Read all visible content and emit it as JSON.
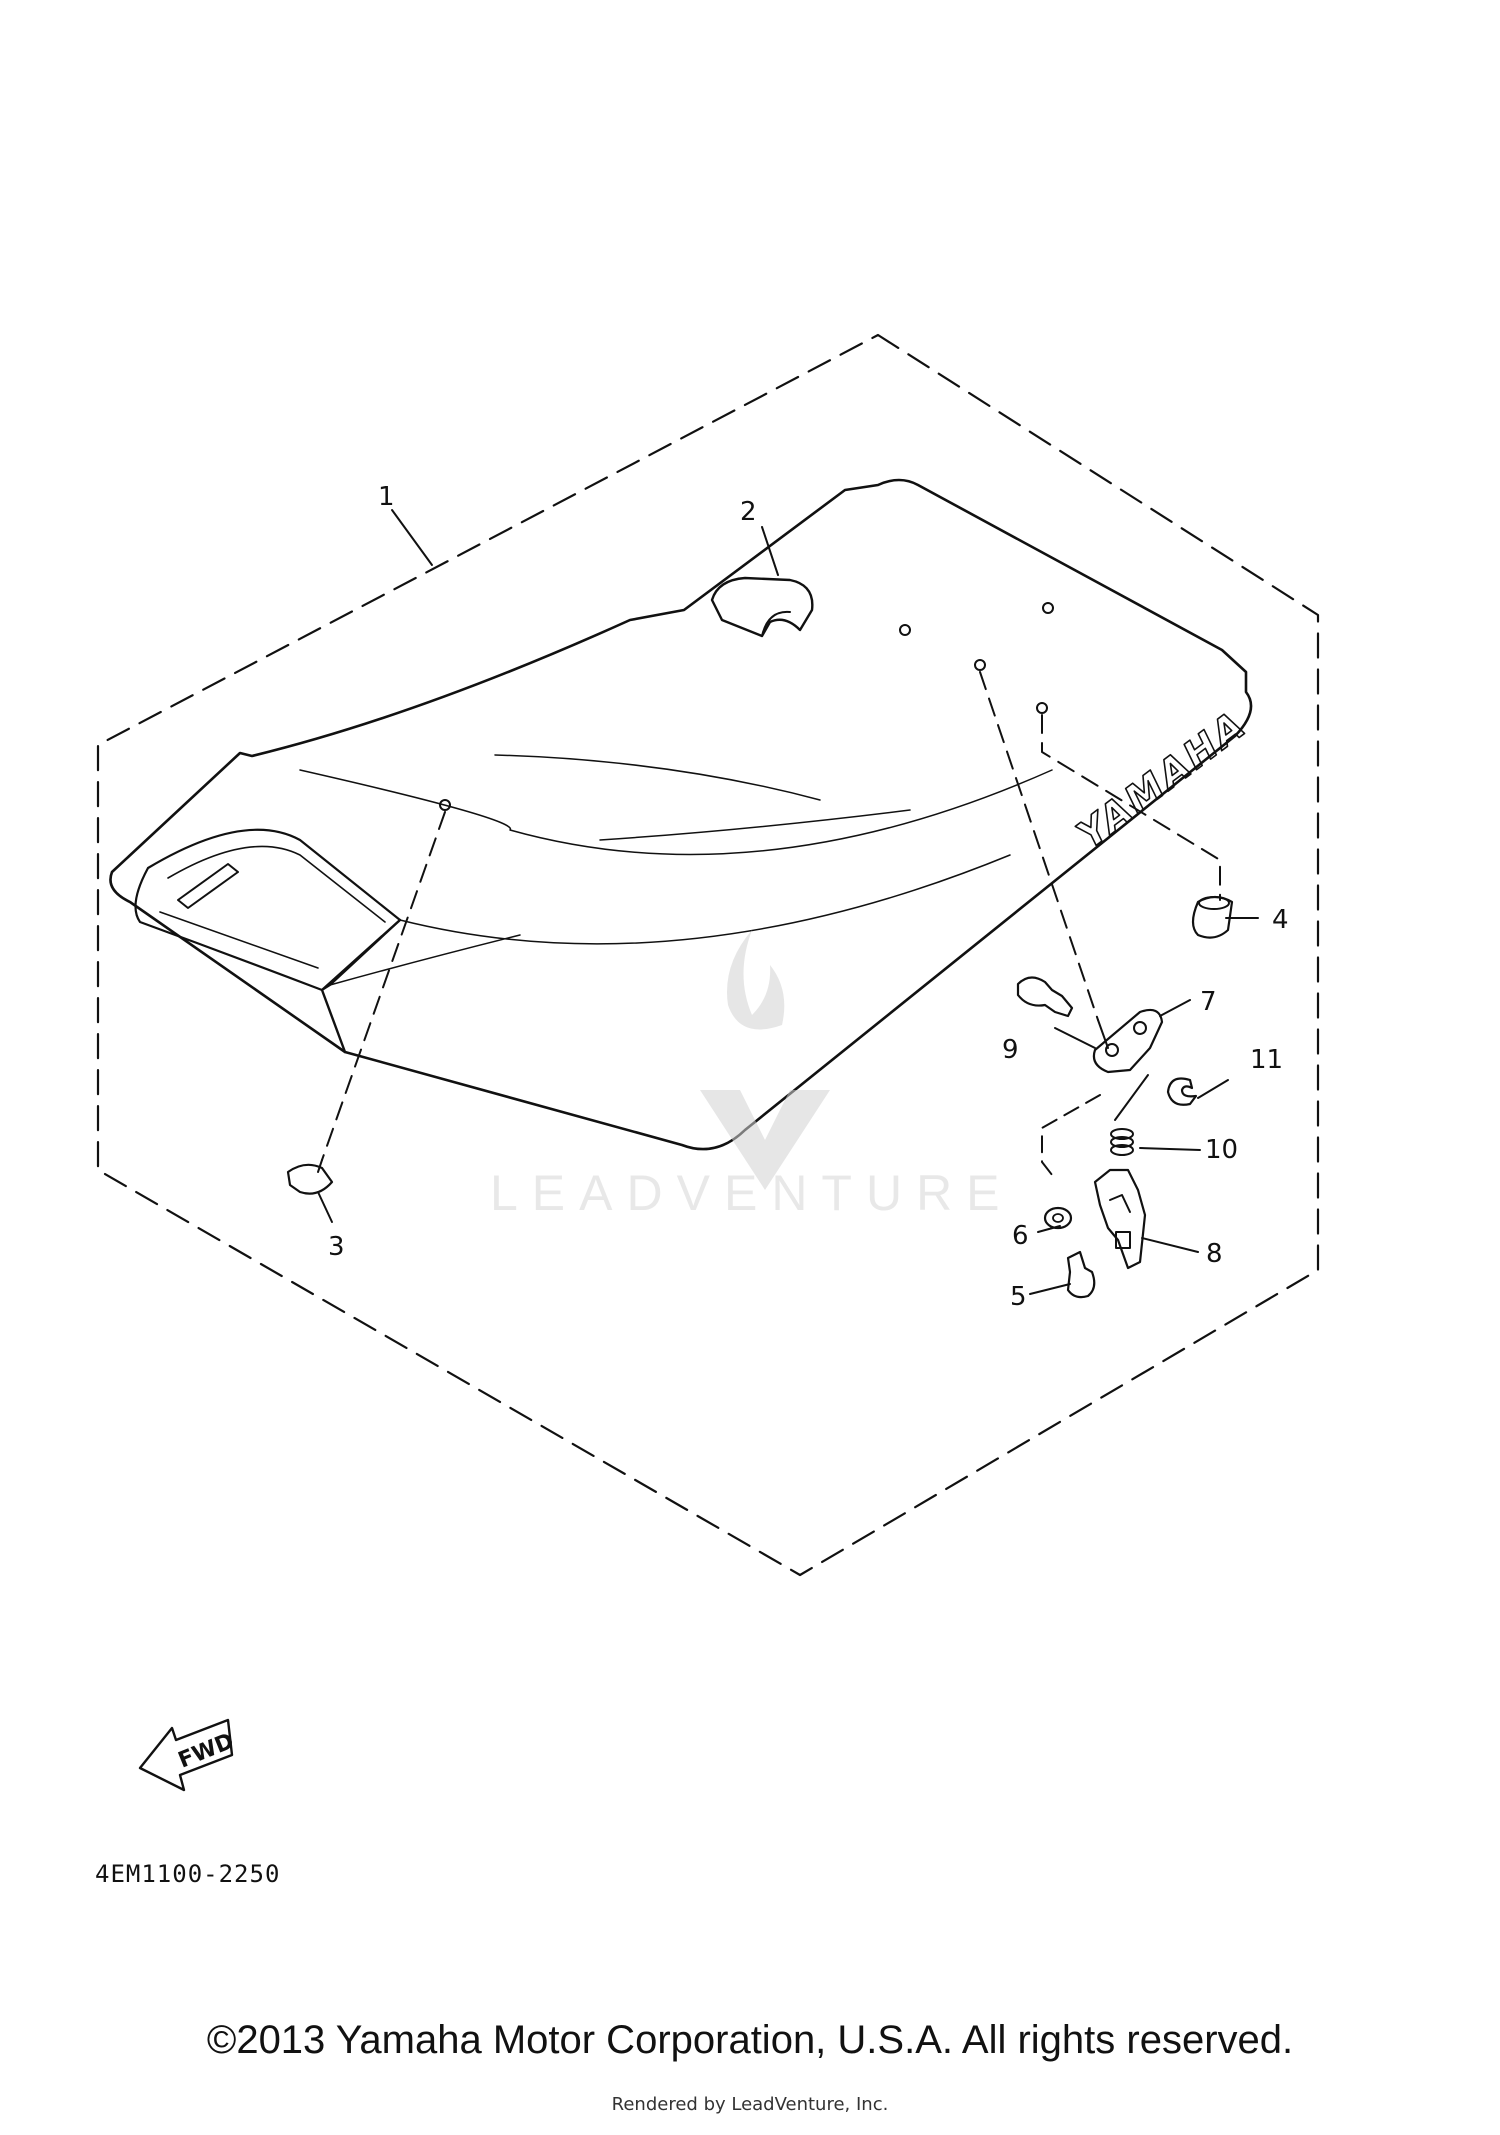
{
  "diagram": {
    "callouts": [
      "1",
      "2",
      "3",
      "4",
      "5",
      "6",
      "7",
      "8",
      "9",
      "10",
      "11"
    ],
    "seat_logo": "YAMAHA",
    "fwd_label": "FWD",
    "part_code": "4EM1100-2250",
    "watermark": "LEADVENTURE"
  },
  "footer": {
    "copyright": "©2013 Yamaha Motor Corporation, U.S.A. All rights reserved.",
    "rendered_by": "Rendered by LeadVenture, Inc."
  }
}
